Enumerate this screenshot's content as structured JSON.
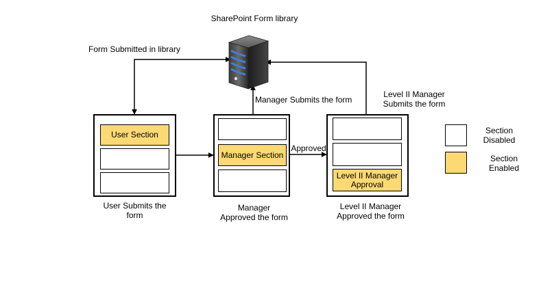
{
  "colors": {
    "enabled": "#fcd974",
    "disabled": "#ffffff",
    "line": "#000000"
  },
  "icons": {
    "server": "server-icon"
  },
  "server": {
    "title": "SharePoint Form library"
  },
  "arrows": {
    "form_submitted": "Form Submitted in library",
    "manager_submits": "Manager Submits the form",
    "approved": "Approved",
    "level2_submits_line1": "Level II Manager",
    "level2_submits_line2": "Submits the form"
  },
  "forms": {
    "user": {
      "section_label": "User Section",
      "caption_line1": "User Submits the",
      "caption_line2": "form"
    },
    "manager": {
      "section_label": "Manager Section",
      "caption_line1": "Manager",
      "caption_line2": "Approved the form"
    },
    "level2": {
      "section_line1": "Level II Manager",
      "section_line2": "Approval",
      "caption_line1": "Level II Manager",
      "caption_line2": "Approved the form"
    }
  },
  "legend": {
    "disabled_line1": "Section",
    "disabled_line2": "Disabled",
    "enabled_line1": "Section",
    "enabled_line2": "Enabled"
  }
}
